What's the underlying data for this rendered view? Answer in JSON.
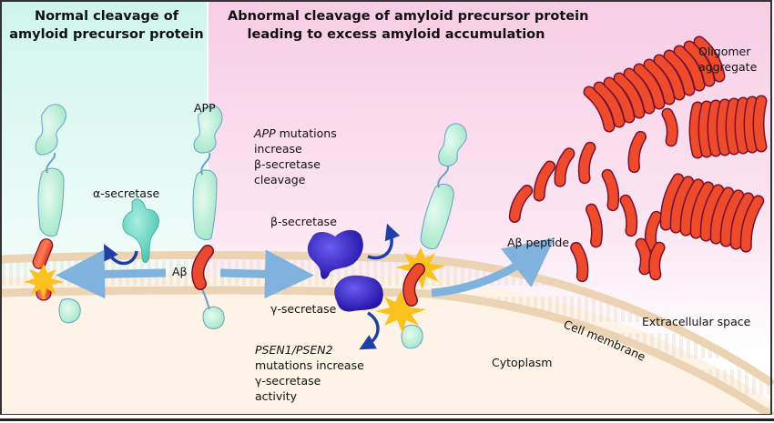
{
  "panels": {
    "normal": {
      "title_line1": "Normal cleavage of",
      "title_line2": "amyloid precursor protein",
      "bg_color": "#d5f7ee"
    },
    "abnormal": {
      "title_line1": "Abnormal cleavage of amyloid precursor protein",
      "title_line2": "leading to excess amyloid accumulation",
      "bg_color": "#f8cfe6"
    }
  },
  "labels": {
    "app": "APP",
    "alpha_secretase": "α-secretase",
    "abeta": "Aβ",
    "beta_secretase": "β-secretase",
    "gamma_secretase": "γ-secretase",
    "app_mutation_italic": "APP",
    "app_mutation_line1_rest": " mutations",
    "app_mutation_line2": "increase",
    "app_mutation_line3": "β-secretase",
    "app_mutation_line4": "cleavage",
    "psen_italic": "PSEN1/PSEN2",
    "psen_line2": "mutations increase",
    "psen_line3": "γ-secretase",
    "psen_line4": "activity",
    "abeta_peptide": "Aβ peptide",
    "oligomer_line1": "Oligomer",
    "oligomer_line2": "aggregate",
    "extracellular_space": "Extracellular space",
    "cell_membrane": "Cell membrane",
    "cytoplasm": "Cytoplasm"
  },
  "colors": {
    "cytoplasm": "#fdf3e6",
    "membrane_head": "#ecd3b4",
    "app_protein": "#aeeed0",
    "app_outline": "#6a9fc9",
    "abeta": "#e8432a",
    "abeta_outline": "#7a1030",
    "alpha_secretase": "#6fd6c4",
    "beta_gamma_secretase": "#2d1fbf",
    "arrow_light": "#7fb2dd",
    "arrow_dark": "#1f3fa8",
    "burst": "#f9c21e"
  }
}
